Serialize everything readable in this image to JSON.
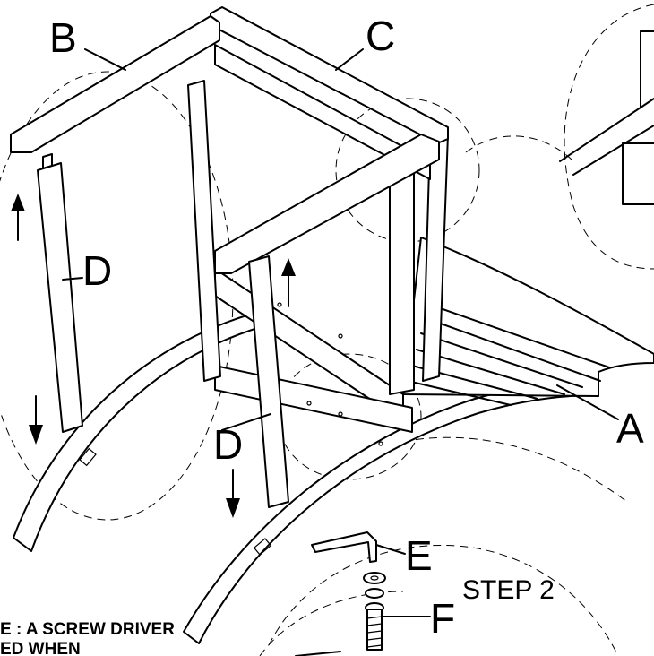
{
  "labels": {
    "A": "A",
    "B": "B",
    "C": "C",
    "D1": "D",
    "D2": "D",
    "E": "E",
    "F": "F"
  },
  "step": "STEP 2",
  "note": {
    "line1": "E : A SCREW DRIVER",
    "line2": "ED WHEN"
  }
}
